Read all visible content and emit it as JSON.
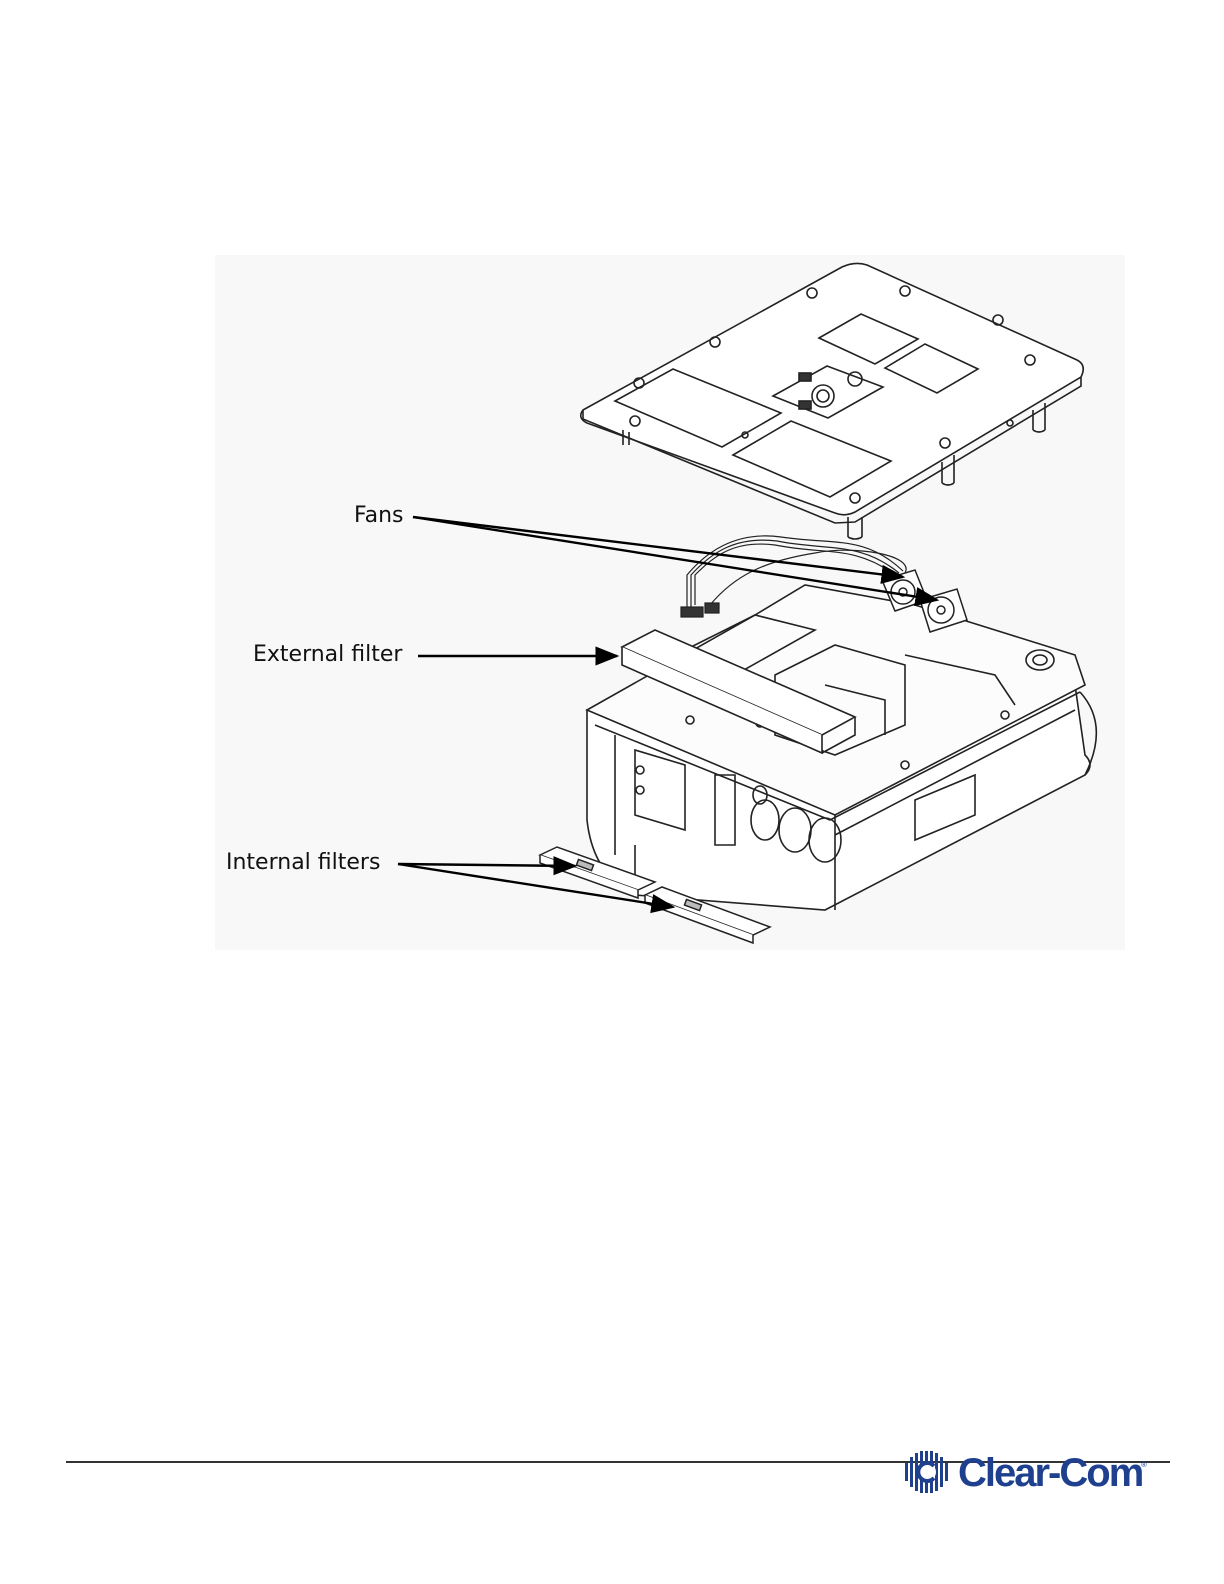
{
  "figure": {
    "callouts": {
      "fans": "Fans",
      "external_filter": "External filter",
      "internal_filters": "Internal filters"
    }
  },
  "footer": {
    "brand": "Clear-Com",
    "registered_mark": "®",
    "brand_color": "#1f3f8f"
  }
}
